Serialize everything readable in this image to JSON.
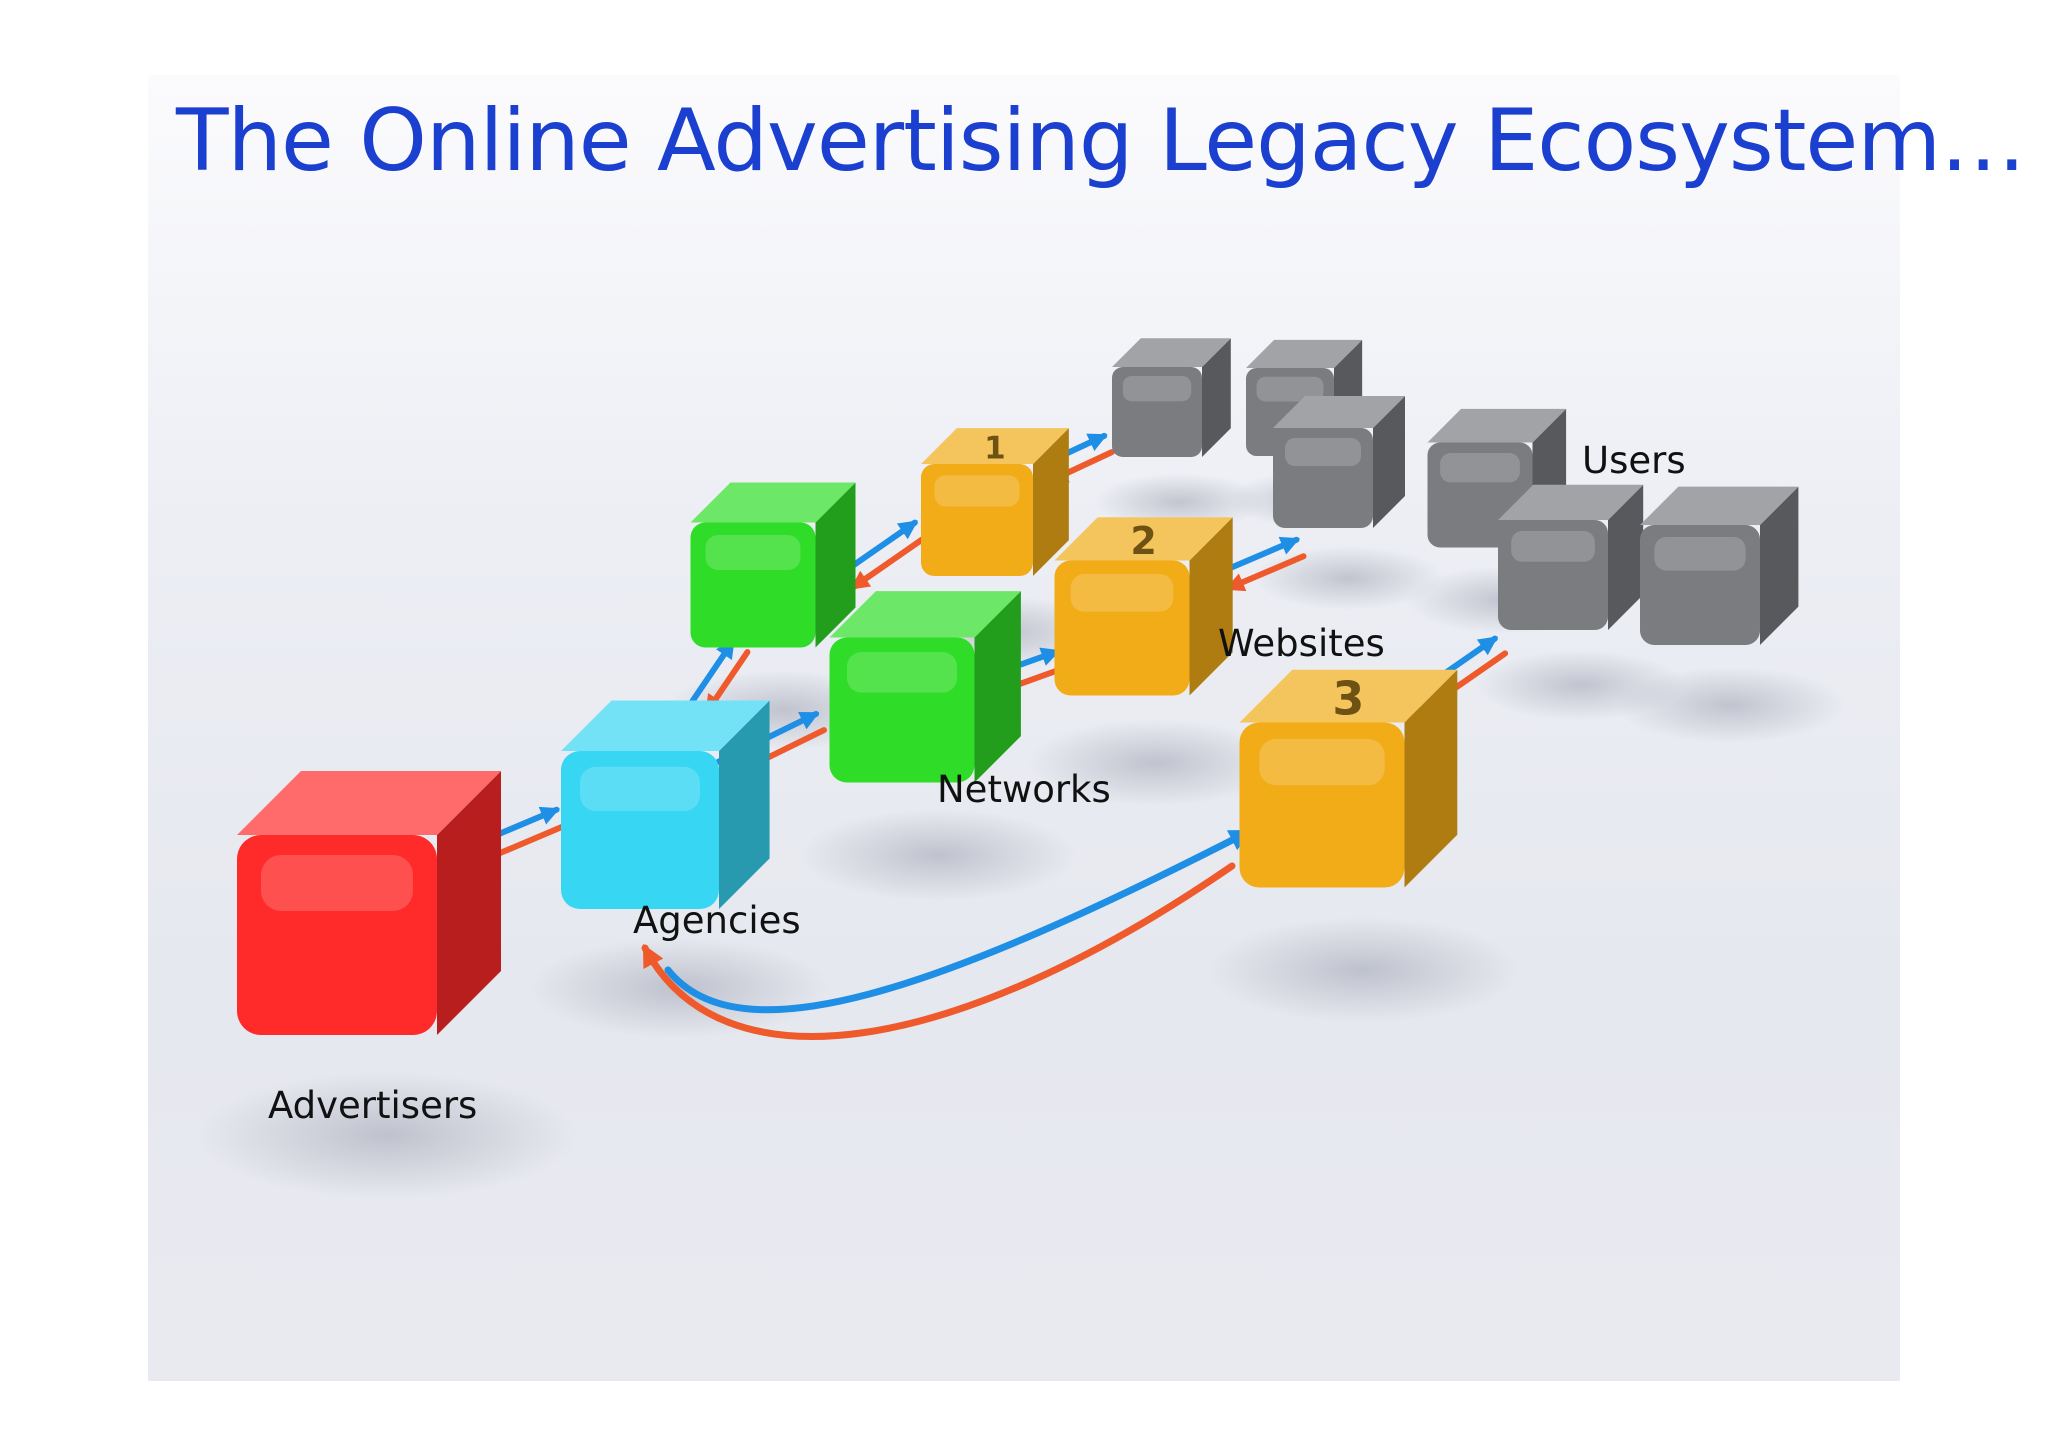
{
  "slide": {
    "title": "The Online Advertising Legacy Ecosystem…"
  },
  "labels": {
    "advertisers": "Advertisers",
    "agencies": "Agencies",
    "networks": "Networks",
    "websites": "Websites",
    "users": "Users"
  },
  "website_numbers": [
    "1",
    "2",
    "3"
  ],
  "colors": {
    "title": "#1b3fcf",
    "advertiser": "#ff2a2a",
    "agency": "#37d6f3",
    "network": "#2fdc27",
    "website": "#f1ac18",
    "user": "#7a7c80",
    "forward_arrow": "#1f8fe6",
    "return_arrow": "#ef5a2c"
  }
}
